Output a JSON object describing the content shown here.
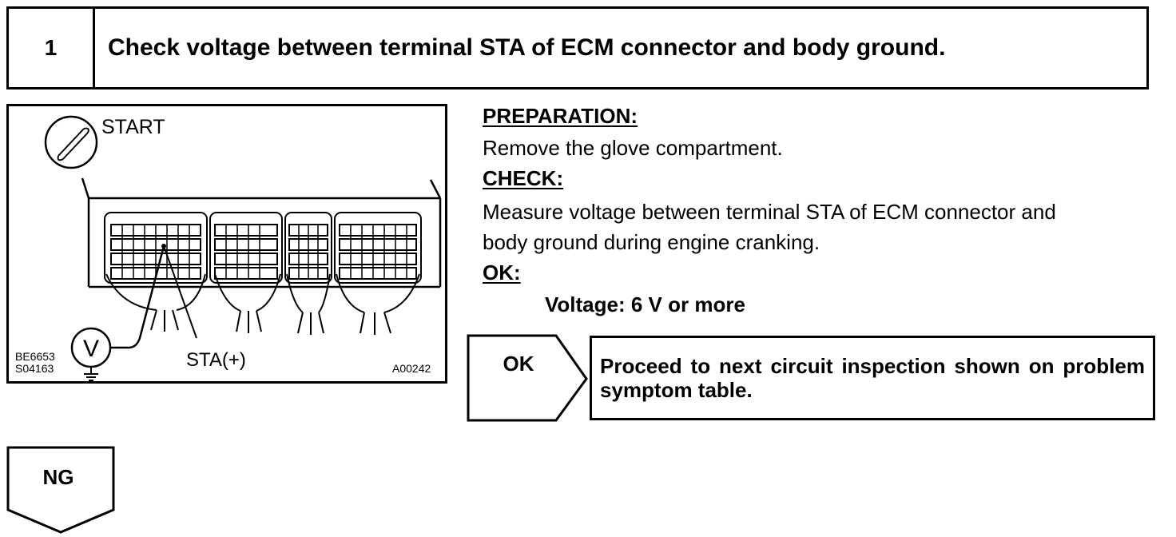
{
  "step": {
    "number": "1",
    "title": "Check voltage between terminal STA of ECM connector and body ground."
  },
  "figure": {
    "ignition_label": "START",
    "probe_label": "STA(+)",
    "meter_symbol": "V",
    "ref_code_1": "BE6653",
    "ref_code_2": "S04163",
    "figure_id": "A00242"
  },
  "instructions": {
    "preparation_heading": "PREPARATION:",
    "preparation_text": "Remove the glove compartment.",
    "check_heading": "CHECK:",
    "check_text_line1": "Measure voltage between terminal STA of ECM connector and",
    "check_text_line2": "body ground during engine cranking.",
    "ok_heading": "OK:",
    "ok_spec": "Voltage:  6 V or more"
  },
  "result": {
    "ok_label": "OK",
    "ok_action": "Proceed to next circuit inspection shown on problem symptom table.",
    "ng_label": "NG"
  }
}
